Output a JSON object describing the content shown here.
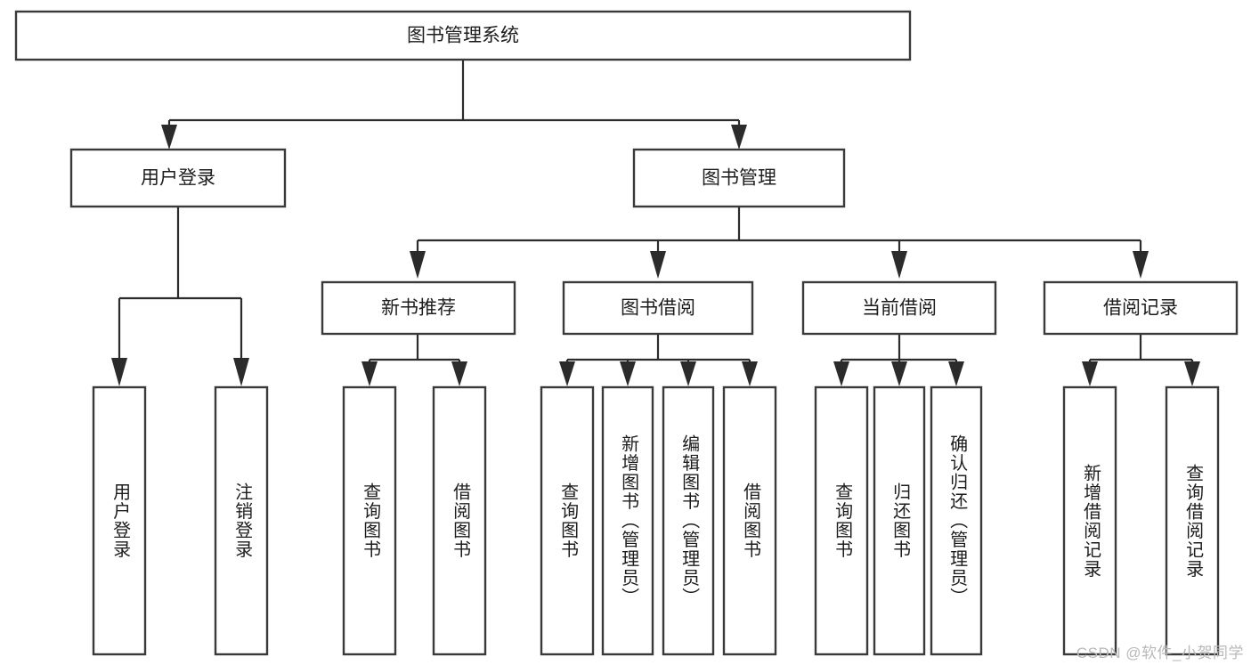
{
  "diagram": {
    "title": "图书管理系统",
    "type": "hierarchy-tree",
    "watermark": "CSDN @软件_小贺同学",
    "colors": {
      "box_stroke": "#3a3a3a",
      "connector": "#2b2b2b",
      "background": "#ffffff",
      "text": "#1d1d1d",
      "watermark": "#b9b9b9"
    },
    "root": {
      "label": "图书管理系统"
    },
    "level2": [
      {
        "label": "用户登录"
      },
      {
        "label": "图书管理"
      }
    ],
    "level3": [
      {
        "label": "新书推荐"
      },
      {
        "label": "图书借阅"
      },
      {
        "label": "当前借阅"
      },
      {
        "label": "借阅记录"
      }
    ],
    "leaves": {
      "user_login": [
        {
          "label": "用户登录"
        },
        {
          "label": "注销登录"
        }
      ],
      "new_book_recommend": [
        {
          "label": "查询图书"
        },
        {
          "label": "借阅图书"
        }
      ],
      "book_borrow": [
        {
          "label": "查询图书"
        },
        {
          "label": "新增图书（管理员）"
        },
        {
          "label": "编辑图书（管理员）"
        },
        {
          "label": "借阅图书"
        }
      ],
      "current_borrow": [
        {
          "label": "查询图书"
        },
        {
          "label": "归还图书"
        },
        {
          "label": "确认归还（管理员）"
        }
      ],
      "borrow_record": [
        {
          "label": "新增借阅记录"
        },
        {
          "label": "查询借阅记录"
        }
      ]
    }
  }
}
